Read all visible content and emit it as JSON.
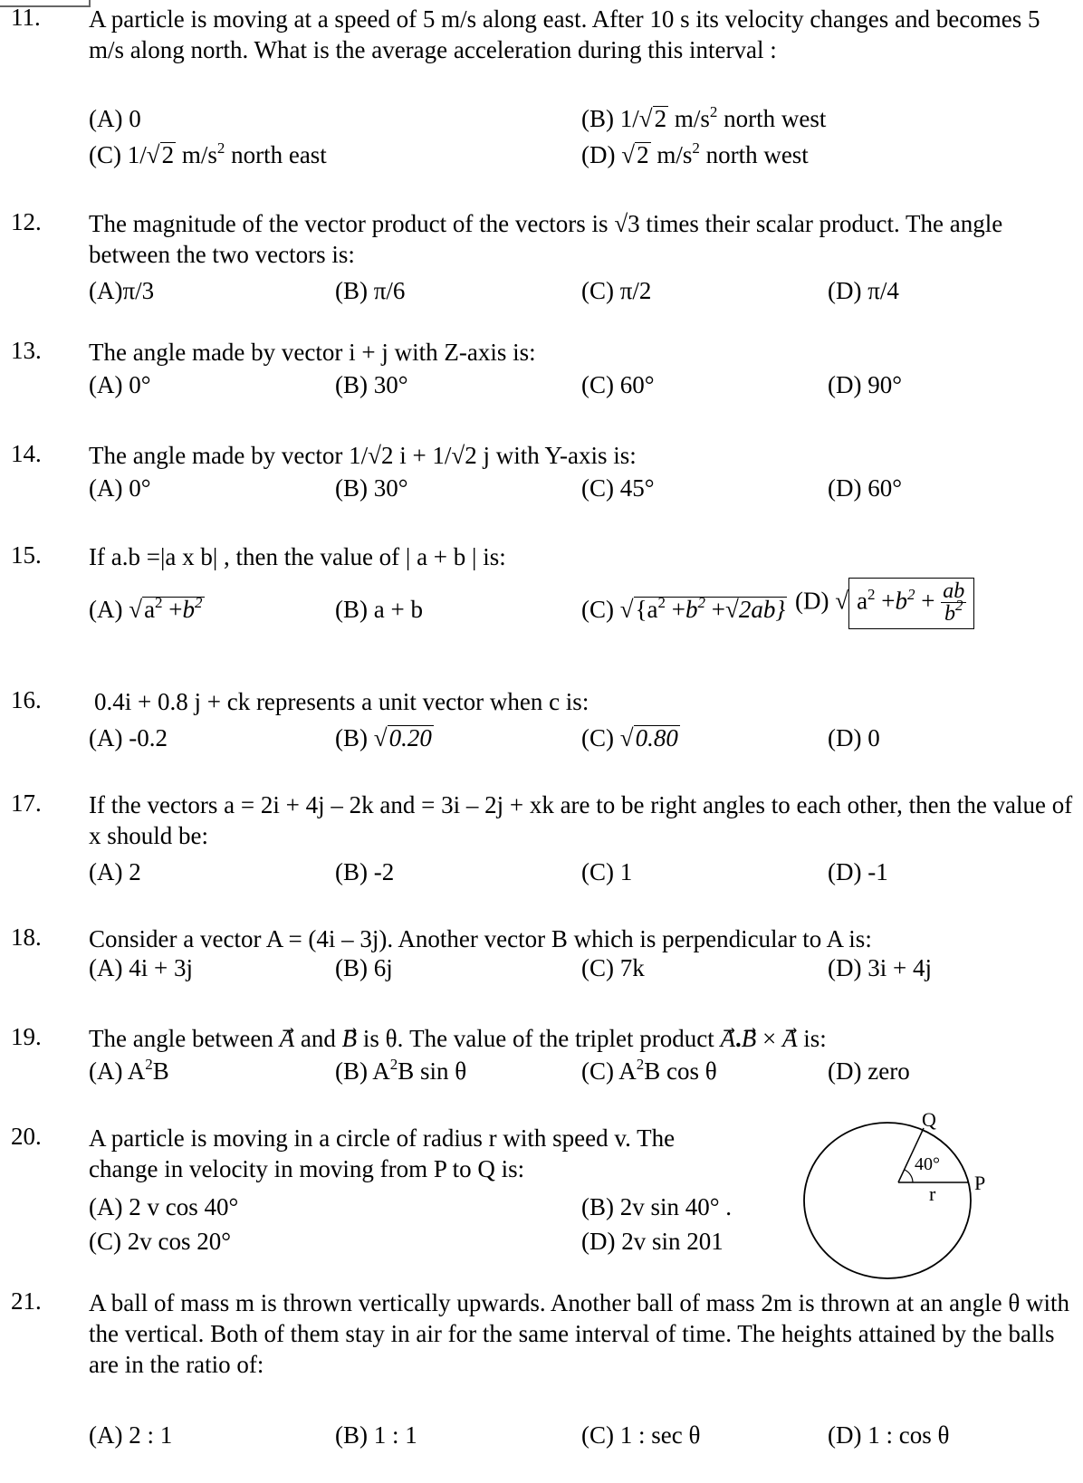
{
  "questions": [
    {
      "num": "11.",
      "stem": "A particle is moving at a speed of 5 m/s along east. After 10 s its velocity changes and becomes 5 m/s along north. What is the average acceleration during this interval :",
      "a": "(A) 0",
      "b_pre": "(B) 1/",
      "b_rad": "2",
      "b_post": " m/s",
      "b_post2": " north west",
      "c_pre": "(C) 1/",
      "c_rad": "2",
      "c_post": " m/s",
      "c_post2": " north east",
      "d_pre": "(D) ",
      "d_rad": "2",
      "d_post": " m/s",
      "d_post2": " north west",
      "sq": "2"
    },
    {
      "num": "12.",
      "stem": "The magnitude of the vector product of the vectors is √3 times their scalar product. The angle between the two vectors is:",
      "a": "(A)π/3",
      "b": "(B) π/6",
      "c": "(C) π/2",
      "d": "(D) π/4"
    },
    {
      "num": "13.",
      "stem": "The angle made by vector i + j with Z-axis is:",
      "a": "(A) 0°",
      "b": "(B) 30°",
      "c": "(C) 60°",
      "d": "(D) 90°"
    },
    {
      "num": "14.",
      "stem": "The angle made by vector 1/√2 i + 1/√2 j with Y-axis is:",
      "a": "(A) 0°",
      "b": "(B) 30°",
      "c": "(C) 45°",
      "d": "(D) 60°"
    },
    {
      "num": "15.",
      "stem": "If a.b =|a x b| , then the value of | a + b |  is:",
      "a_pre": "(A) ",
      "a_rad1": "a",
      "a_rad2": " +",
      "a_rad3": "b",
      "b": "(B) a + b",
      "c_pre": "(C) ",
      "c_rad": "{a",
      "c_rad2": " +",
      "c_rad3": "b",
      "c_rad4": " +√",
      "c_rad5": "2ab}",
      "d_pre": "(D) ",
      "d_in": "a",
      "d_in2": " +",
      "d_in3": "b",
      "d_in4": " +",
      "d_num": "ab",
      "d_den": "b"
    },
    {
      "num": "16.",
      "stem": "0.4i + 0.8 j + ck represents a unit vector when c is:",
      "a": "(A) -0.2",
      "b_pre": "(B) ",
      "b_rad": "0.20",
      "c_pre": "(C) ",
      "c_rad": "0.80",
      "d": "(D) 0"
    },
    {
      "num": "17.",
      "stem": "If the vectors a = 2i + 4j – 2k and = 3i – 2j + xk are to be right angles to each other, then the  value of x should be:",
      "a": "(A) 2",
      "b": "(B) -2",
      "c": "(C) 1",
      "d": "(D) -1"
    },
    {
      "num": "18.",
      "stem": "Consider a vector A = (4i – 3j). Another vector B which is perpendicular to A is:",
      "a": "(A) 4i + 3j",
      "b": "(B) 6j",
      "c": "(C) 7k",
      "d": "(D) 3i + 4j"
    },
    {
      "num": "19.",
      "stem_pre": "The angle between ",
      "A": "A",
      "and": " and ",
      "B": "B",
      "stem_post": " is θ. The value of the triplet product ",
      "dot": ".",
      "cross": " × ",
      "is": " is:",
      "a_pre": "(A) A",
      "a_post": "B",
      "b_pre": "(B) A",
      "b_post": "B sin θ",
      "c_pre": "(C) A",
      "c_post": "B cos θ",
      "d": "(D) zero",
      "sq": "2"
    },
    {
      "num": "20.",
      "stem": "A particle is moving in a circle of radius r with speed v. The change in velocity in moving from P to Q is:",
      "a": "(A) 2 v cos 40°",
      "b": "(B) 2v sin 40° .",
      "c": "(C) 2v cos 20°",
      "d": "(D) 2v sin 201",
      "fig": {
        "Q": "Q",
        "P": "P",
        "r": "r",
        "angle": "40°"
      }
    },
    {
      "num": "21.",
      "stem": "A ball of mass m is thrown vertically upwards. Another ball of mass 2m is thrown at an angle θ with the vertical. Both of them stay in air for the same interval of time. The heights attained by the balls are in the ratio of:",
      "a": "(A) 2 : 1",
      "b": "(B) 1 : 1",
      "c": "(C) 1 : sec θ",
      "d": "(D) 1 : cos θ"
    }
  ]
}
